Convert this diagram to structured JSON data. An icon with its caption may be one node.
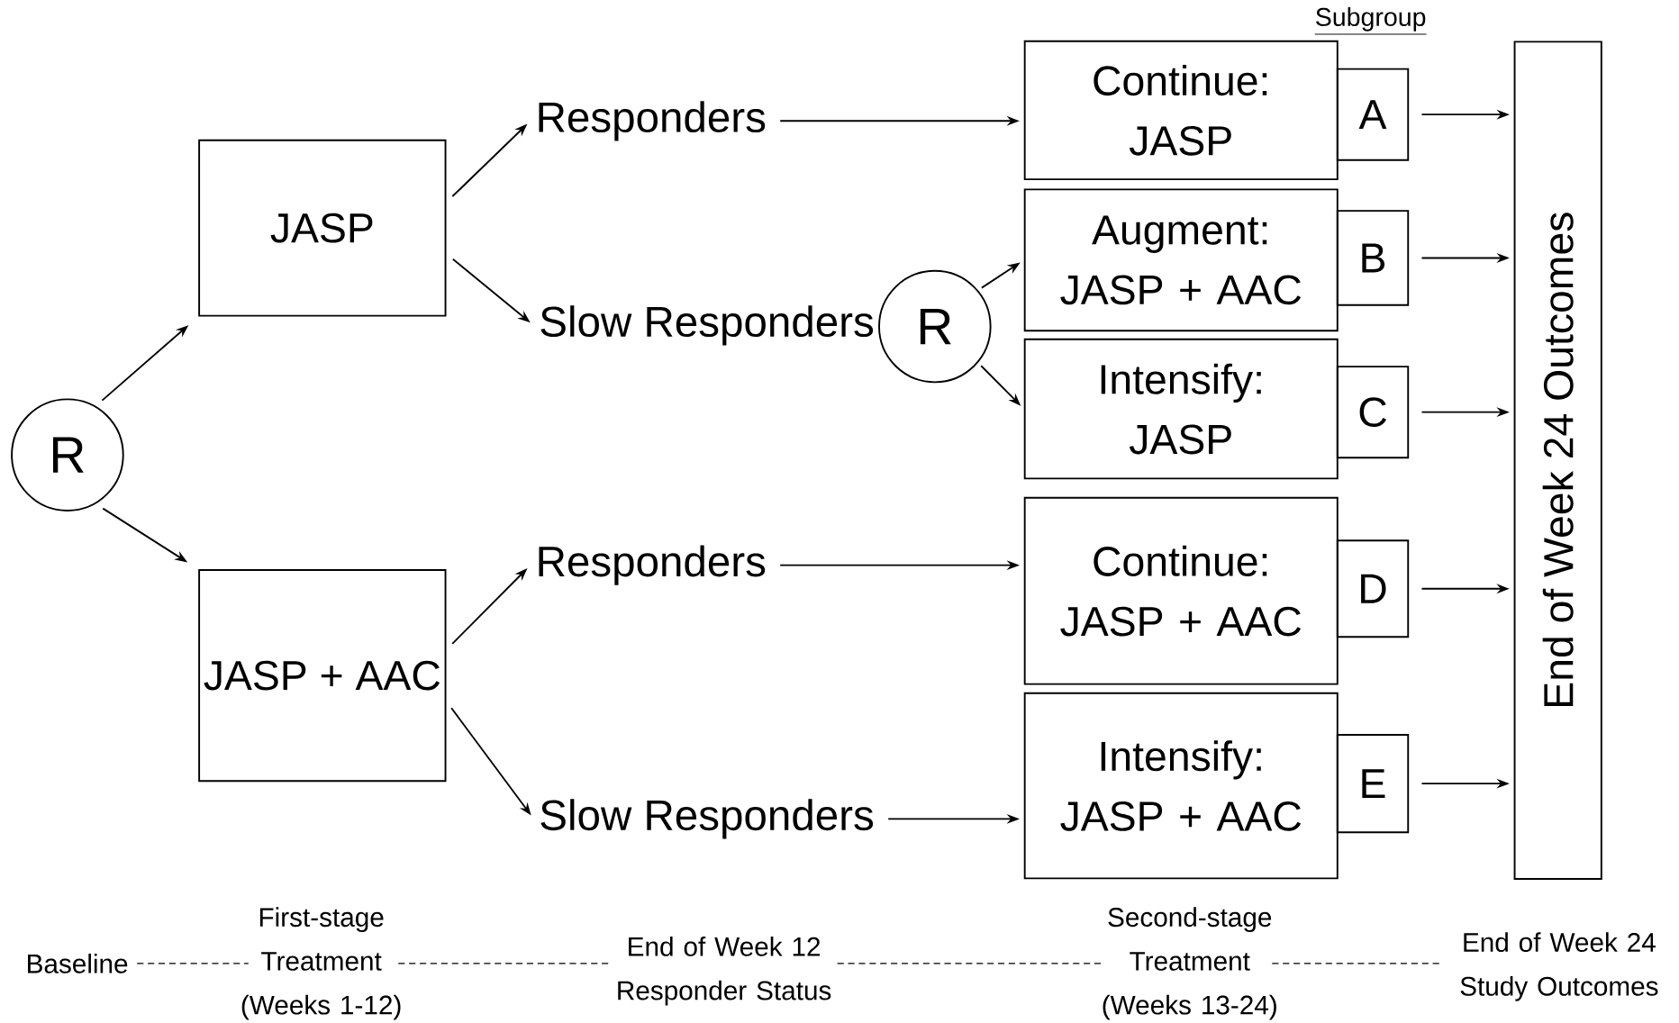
{
  "diagram": {
    "nodes": [
      {
        "text": [
          "R"
        ]
      },
      {
        "text": [
          "JASP"
        ]
      },
      {
        "text": [
          "JASP + AAC"
        ]
      },
      {
        "text": [
          "Responders"
        ]
      },
      {
        "text": [
          "Slow Responders"
        ]
      },
      {
        "text": [
          "Responders"
        ]
      },
      {
        "text": [
          "Slow Responders"
        ]
      },
      {
        "text": [
          "R"
        ]
      },
      {
        "text": [
          "Continue: JASP"
        ]
      },
      {
        "text": [
          "Augment: JASP + AAC"
        ]
      },
      {
        "text": [
          "Intensify: JASP"
        ]
      },
      {
        "text": [
          "Continue: JASP + AAC"
        ]
      },
      {
        "text": [
          "Intensify: JASP + AAC"
        ]
      },
      {
        "text": [
          "A"
        ]
      },
      {
        "text": [
          "B"
        ]
      },
      {
        "text": [
          "C"
        ]
      },
      {
        "text": [
          "D"
        ]
      },
      {
        "text": [
          "E"
        ]
      },
      {
        "text": [
          "End of Week 24 Outcomes"
        ]
      }
    ],
    "edges": [
      {
        "from": 0,
        "to": 1,
        "arrow": "to"
      },
      {
        "from": 0,
        "to": 2,
        "arrow": "to"
      },
      {
        "from": 1,
        "to": 3,
        "arrow": "to"
      },
      {
        "from": 1,
        "to": 4,
        "arrow": "to"
      },
      {
        "from": 3,
        "to": 8,
        "arrow": "to"
      },
      {
        "from": 7,
        "to": 9,
        "arrow": "to"
      },
      {
        "from": 7,
        "to": 10,
        "arrow": "to"
      },
      {
        "from": 2,
        "to": 5,
        "arrow": "to"
      },
      {
        "from": 2,
        "to": 6,
        "arrow": "to"
      },
      {
        "from": 5,
        "to": 11,
        "arrow": "to"
      },
      {
        "from": 6,
        "to": 12,
        "arrow": "to"
      },
      {
        "from": 13,
        "to": 18,
        "arrow": "to"
      },
      {
        "from": 14,
        "to": 18,
        "arrow": "to"
      },
      {
        "from": 15,
        "to": 18,
        "arrow": "to"
      },
      {
        "from": 16,
        "to": 18,
        "arrow": "to"
      },
      {
        "from": 17,
        "to": 18,
        "arrow": "to"
      }
    ],
    "labels": [
      "Subgroup",
      "Baseline",
      "First-stage Treatment (Weeks 1-12)",
      "End of Week 12 Responder Status",
      "Second-stage Treatment (Weeks 13-24)",
      "End of Week 24 Study Outcomes"
    ]
  }
}
